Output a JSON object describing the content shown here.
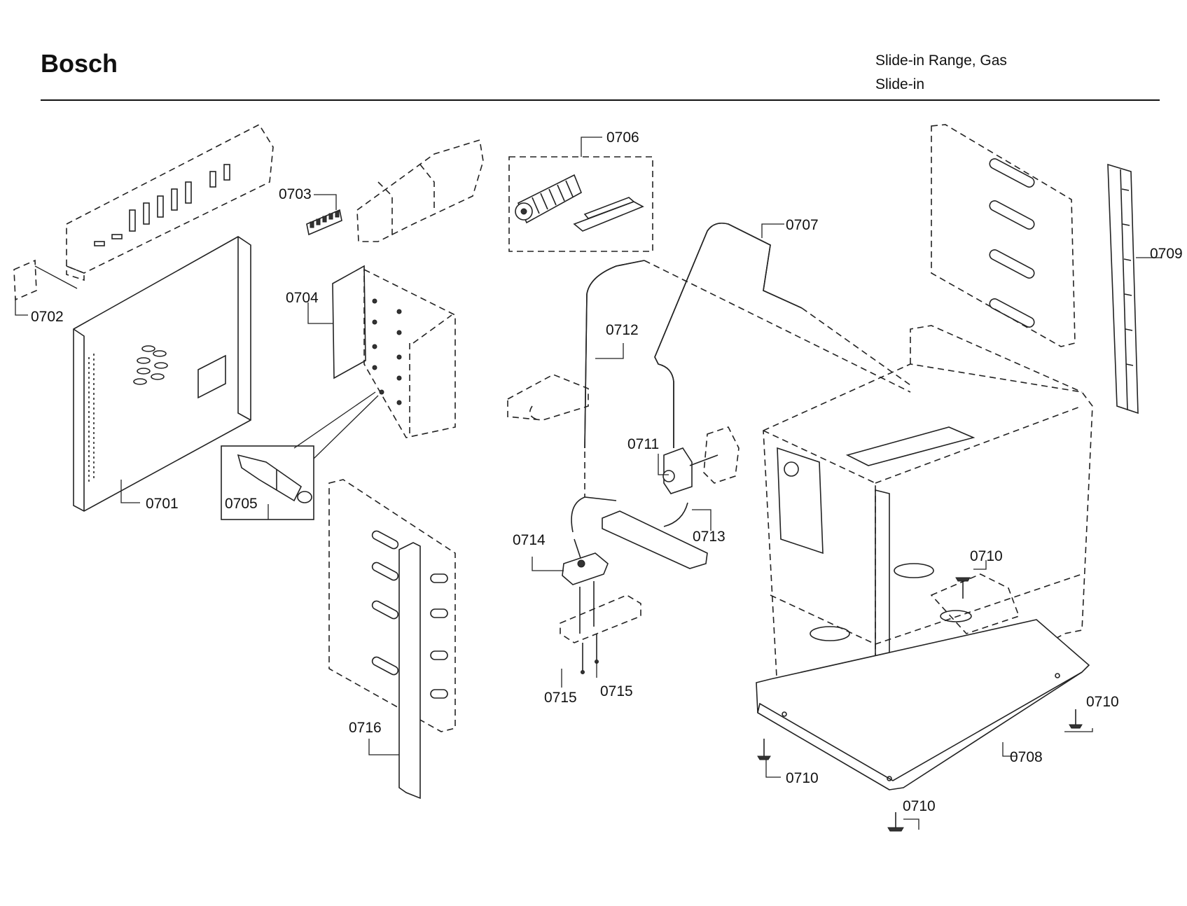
{
  "header": {
    "brand": "Bosch",
    "model_line1": "Slide-in Range, Gas",
    "model_line2": "Slide-in"
  },
  "labels": {
    "p0701": "0701",
    "p0702": "0702",
    "p0703": "0703",
    "p0704": "0704",
    "p0705": "0705",
    "p0706": "0706",
    "p0707": "0707",
    "p0708": "0708",
    "p0709": "0709",
    "p0710a": "0710",
    "p0710b": "0710",
    "p0710c": "0710",
    "p0710d": "0710",
    "p0711": "0711",
    "p0712": "0712",
    "p0713": "0713",
    "p0714": "0714",
    "p0715a": "0715",
    "p0715b": "0715",
    "p0716": "0716"
  }
}
